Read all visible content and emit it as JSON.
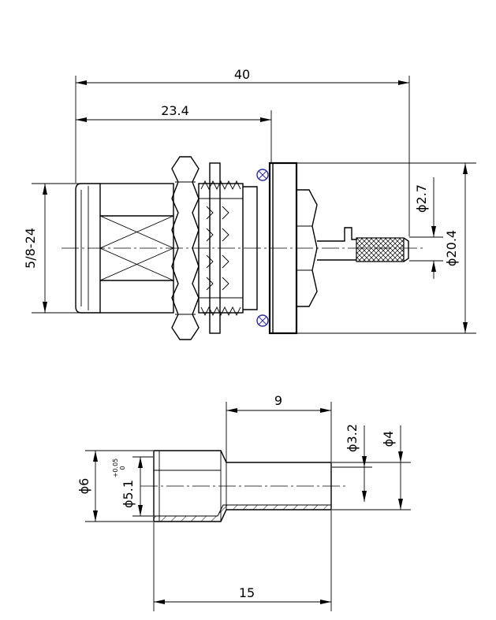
{
  "top_view": {
    "dims": {
      "overall_length": "40",
      "body_length": "23.4",
      "thread": "5/8-24",
      "pin_diameter": "ϕ2.7",
      "flange_diameter": "ϕ20.4"
    }
  },
  "bottom_view": {
    "dims": {
      "sleeve_length": "9",
      "total_length": "15",
      "outer_diameter": "ϕ6",
      "bore_diameter": "ϕ5.1",
      "bore_tol_upper": "+0.05",
      "bore_tol_lower": "0",
      "sleeve_inner_diameter": "ϕ3.2",
      "sleeve_outer_diameter": "ϕ4"
    }
  }
}
